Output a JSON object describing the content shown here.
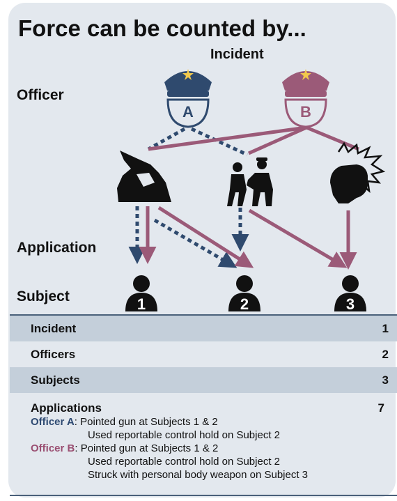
{
  "title": "Force can be counted by...",
  "labels": {
    "incident": "Incident",
    "officer": "Officer",
    "application": "Application",
    "subject": "Subject"
  },
  "officers": [
    {
      "letter": "A",
      "color": "#2f4a6e"
    },
    {
      "letter": "B",
      "color": "#9b5a78"
    }
  ],
  "force_types": [
    {
      "icon": "pointed-gun-icon"
    },
    {
      "icon": "control-hold-icon"
    },
    {
      "icon": "punch-fist-icon"
    }
  ],
  "subjects": [
    "1",
    "2",
    "3"
  ],
  "table": {
    "rows": [
      {
        "label": "Incident",
        "value": "1"
      },
      {
        "label": "Officers",
        "value": "2"
      },
      {
        "label": "Subjects",
        "value": "3"
      }
    ],
    "applications": {
      "label": "Applications",
      "value": "7",
      "officer_a": {
        "name": "Officer A",
        "lines": [
          "Pointed gun at Subjects 1 & 2",
          "Used reportable control hold on Subject 2"
        ]
      },
      "officer_b": {
        "name": "Officer B",
        "lines": [
          "Pointed gun at Subjects 1 & 2",
          "Used reportable control hold on Subject 2",
          "Struck with personal body weapon on Subject 3"
        ]
      }
    }
  },
  "colors": {
    "officer_a": "#2f4a6e",
    "officer_b": "#9b5a78",
    "background": "#e3e8ee",
    "shaded_row": "#c4cfda"
  }
}
